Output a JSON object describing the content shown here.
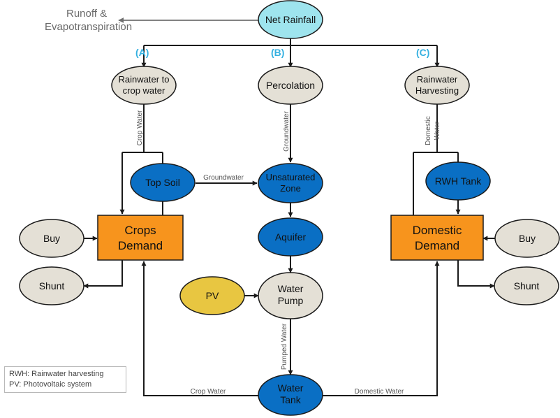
{
  "colors": {
    "light_blue": "#9ee4ee",
    "dark_blue": "#0a6fc4",
    "beige": "#e4e0d6",
    "orange": "#f7941d",
    "yellow": "#e8c641",
    "branch_label": "#35b0e0"
  },
  "nodes": {
    "net_rainfall": "Net Rainfall",
    "rain_to_crop": [
      "Rainwater to",
      "crop water"
    ],
    "percolation": "Percolation",
    "rwh": [
      "Rainwater",
      "Harvesting"
    ],
    "top_soil": "Top Soil",
    "unsaturated": [
      "Unsaturated",
      "Zone"
    ],
    "rwh_tank": "RWH Tank",
    "crops_demand": [
      "Crops",
      "Demand"
    ],
    "domestic_demand": [
      "Domestic",
      "Demand"
    ],
    "aquifer": "Aquifer",
    "buy_left": "Buy",
    "shunt_left": "Shunt",
    "buy_right": "Buy",
    "shunt_right": "Shunt",
    "pv": "PV",
    "water_pump": [
      "Water",
      "Pump"
    ],
    "water_tank": [
      "Water",
      "Tank"
    ]
  },
  "runoff": [
    "Runoff &",
    "Evapotranspiration"
  ],
  "branches": {
    "a": "(A)",
    "b": "(B)",
    "c": "(C)"
  },
  "edge_labels": {
    "crop_water_vertical": "Crop Water",
    "groundwater_vertical": "Groundwater",
    "domestic_water_vertical": [
      "Domestic",
      "Water"
    ],
    "groundwater_horizontal": "Groundwater",
    "pumped_water": "Pumped Water",
    "crop_water_bottom": "Crop Water",
    "domestic_water_bottom": "Domestic Water"
  },
  "legend": [
    "RWH: Rainwater harvesting",
    "PV: Photovoltaic system"
  ]
}
